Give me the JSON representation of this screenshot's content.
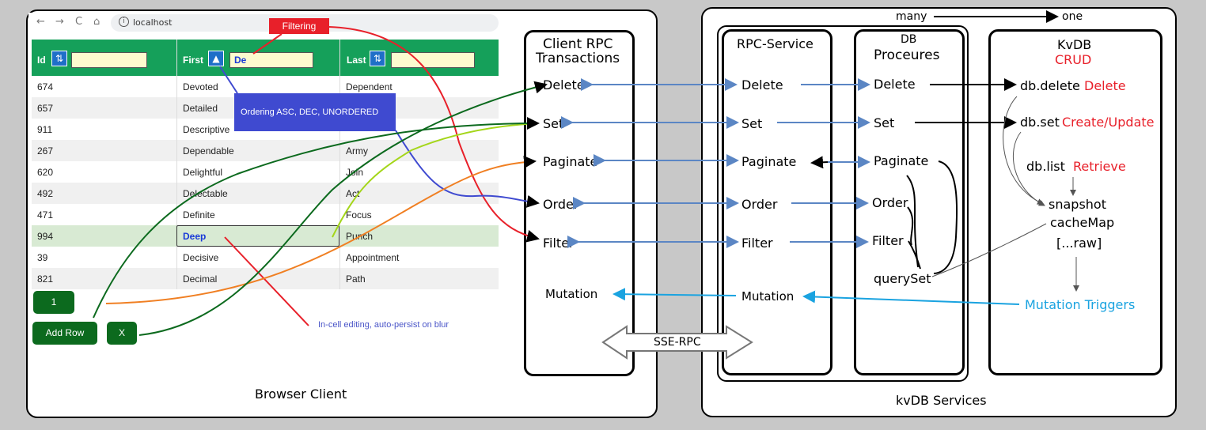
{
  "browser": {
    "nav": [
      "←",
      "→",
      "C",
      "⌂"
    ],
    "url": "localhost",
    "caption": "Browser Client"
  },
  "table": {
    "headers": [
      {
        "label": "Id",
        "button": "⇅",
        "filter": ""
      },
      {
        "label": "First",
        "button": "▲",
        "filter": "De"
      },
      {
        "label": "Last",
        "button": "⇅",
        "filter": ""
      }
    ],
    "rows": [
      [
        "674",
        "Devoted",
        "Dependent"
      ],
      [
        "657",
        "Detailed",
        ""
      ],
      [
        "911",
        "Descriptive",
        ""
      ],
      [
        "267",
        "Dependable",
        "Army"
      ],
      [
        "620",
        "Delightful",
        "Join"
      ],
      [
        "492",
        "Delectable",
        "Act"
      ],
      [
        "471",
        "Definite",
        "Focus"
      ],
      [
        "994",
        "Deep",
        "Punch"
      ],
      [
        "39",
        "Decisive",
        "Appointment"
      ],
      [
        "821",
        "Decimal",
        "Path"
      ]
    ],
    "selected_row": 7
  },
  "controls": {
    "page_button": "1",
    "add_row_button": "Add Row",
    "delete_button": "X"
  },
  "annotations": {
    "filtering": "Filtering",
    "ordering": "Ordering ASC, DEC, UNORDERED",
    "inline_edit": "In-cell editing, auto-persist on blur"
  },
  "client_rpc": {
    "title_line1": "Client  RPC",
    "title_line2": "Transactions",
    "items": [
      "Delete",
      "Set",
      "Paginate",
      "Order",
      "Filter",
      "Mutation"
    ]
  },
  "transport": "SSE-RPC",
  "services": {
    "caption": "kvDB Services",
    "many": "many",
    "one": "one",
    "rpc_service": {
      "title": "RPC-Service",
      "items": [
        "Delete",
        "Set",
        "Paginate",
        "Order",
        "Filter",
        "Mutation"
      ]
    },
    "db_procedures": {
      "title_line1": "DB",
      "title_line2": "Proceures",
      "items": [
        "Delete",
        "Set",
        "Paginate",
        "Order",
        "Filter",
        "querySet"
      ]
    },
    "kvdb": {
      "title": "KvDB",
      "subtitle": "CRUD",
      "db_delete": "db.delete",
      "delete": "Delete",
      "db_set": "db.set",
      "create_update": "Create/Update",
      "db_list": "db.list",
      "retrieve": "Retrieve",
      "snapshot": "snapshot",
      "cache_map": "cacheMap",
      "raw": "[...raw]",
      "mutation_triggers": "Mutation Triggers"
    }
  },
  "colors": {
    "header_green": "#15a05a",
    "button_green": "#0c6a1e",
    "tip_blue": "#3f4ad0",
    "filter_red": "#e8202a",
    "arrow_steel": "#5b86c4",
    "trigger_cyan": "#1aa3e0"
  }
}
